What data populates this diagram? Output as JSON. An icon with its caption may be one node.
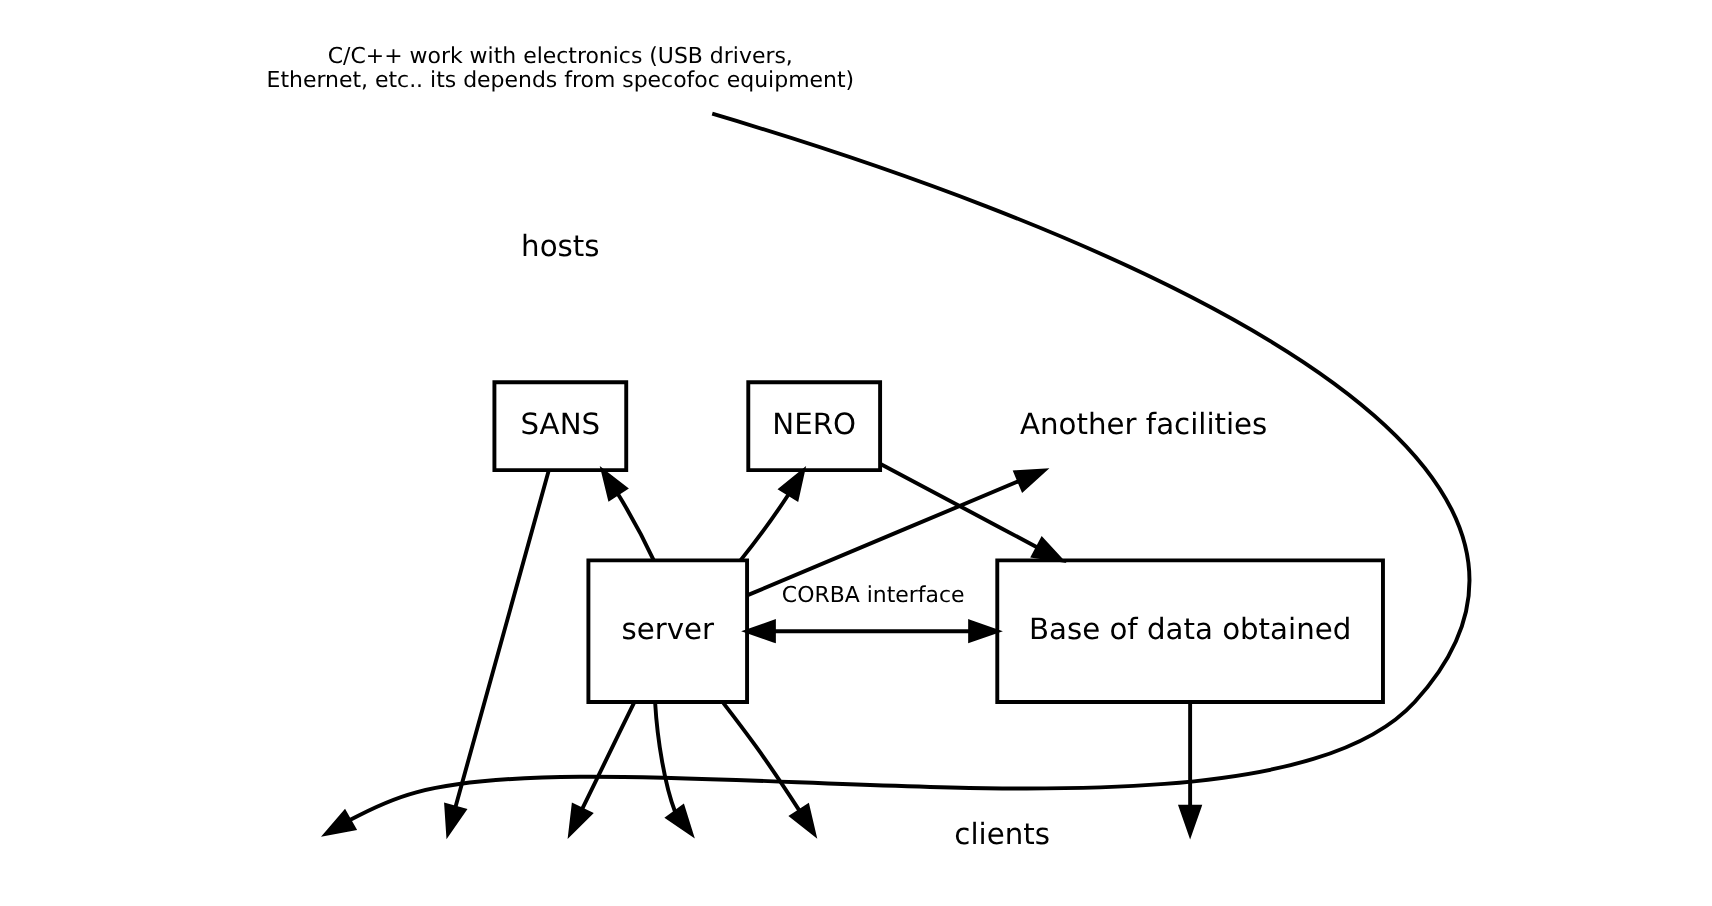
{
  "diagram": {
    "nodes": [
      {
        "text": [
          "SANS"
        ]
      },
      {
        "text": [
          "NERO"
        ]
      },
      {
        "text": [
          "Another facilities"
        ]
      },
      {
        "text": [
          "server"
        ]
      },
      {
        "text": [
          "Base of data obtained"
        ]
      },
      {
        "text": [
          "C/C++ work with electronics (USB drivers, Ethernet, etc.. its depends from specofoc equipment)"
        ]
      }
    ],
    "edges": [
      {
        "from": 3,
        "to": 0,
        "arrow": "to"
      },
      {
        "from": 3,
        "to": 1,
        "arrow": "to"
      },
      {
        "from": 3,
        "to": 2,
        "arrow": "to"
      },
      {
        "from": 3,
        "to": 4,
        "arrow": "both",
        "label": "CORBA interface"
      },
      {
        "from": 3,
        "to": null,
        "arrow": "to"
      },
      {
        "from": 3,
        "to": null,
        "arrow": "to"
      },
      {
        "from": 3,
        "to": null,
        "arrow": "to"
      },
      {
        "from": 4,
        "to": null,
        "arrow": "to"
      },
      {
        "from": 5,
        "to": null,
        "arrow": "to"
      },
      {
        "from": 0,
        "to": null,
        "arrow": "to"
      },
      {
        "from": 1,
        "to": 4,
        "arrow": "to"
      }
    ],
    "labels": [
      "hosts",
      "clients"
    ]
  }
}
